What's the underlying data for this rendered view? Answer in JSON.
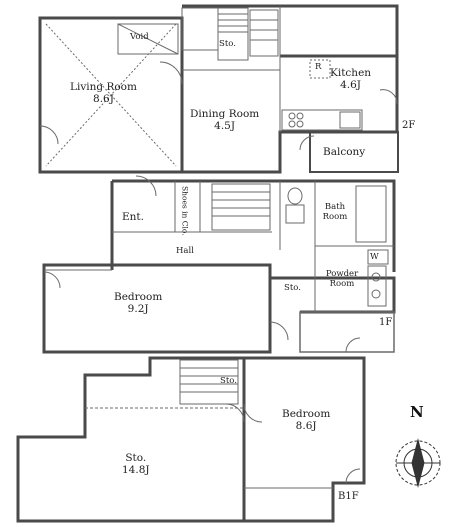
{
  "floors": {
    "second": {
      "tag": "2F",
      "rooms": {
        "void": "Void",
        "storage": "Sto.",
        "kitchen": "Kitchen",
        "kitchen_size": "4.6J",
        "kitchen_mark": "R",
        "living": "Living Room",
        "living_size": "8.6J",
        "dining": "Dining Room",
        "dining_size": "4.5J",
        "balcony": "Balcony"
      }
    },
    "first": {
      "tag": "1F",
      "rooms": {
        "entrance": "Ent.",
        "shoes": "Shoes in Clo.",
        "bath": "Bath Room",
        "washer": "W",
        "hall": "Hall",
        "storage": "Sto.",
        "powder": "Powder Room",
        "bedroom": "Bedroom",
        "bedroom_size": "9.2J"
      }
    },
    "basement": {
      "tag": "B1F",
      "rooms": {
        "stair_storage": "Sto.",
        "bedroom": "Bedroom",
        "bedroom_size": "8.6J",
        "storage": "Sto.",
        "storage_size": "14.8J"
      }
    }
  },
  "compass": {
    "label": "N"
  },
  "colors": {
    "wall": "#4a4a4a",
    "line": "#6a6a6a",
    "paper": "#ffffff"
  }
}
